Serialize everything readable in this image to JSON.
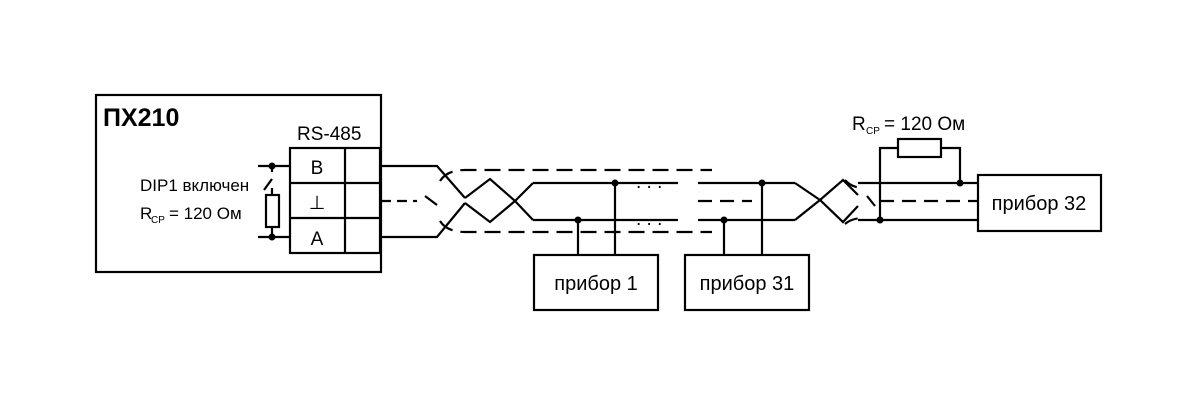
{
  "controller": {
    "title": "ПХ210",
    "interface": "RS-485",
    "terminals": [
      "B",
      "⊥",
      "A"
    ],
    "dip": {
      "label": "DIP1 включен",
      "resistor": {
        "symbol": "R",
        "subscript": "СР",
        "value": "= 120 Ом"
      }
    }
  },
  "devices": [
    {
      "label": "прибор 1"
    },
    {
      "label": "прибор 31"
    },
    {
      "label": "прибор 32"
    }
  ],
  "terminator": {
    "symbol": "R",
    "subscript": "СР",
    "value": "= 120 Ом"
  },
  "ellipsis": ". . ."
}
